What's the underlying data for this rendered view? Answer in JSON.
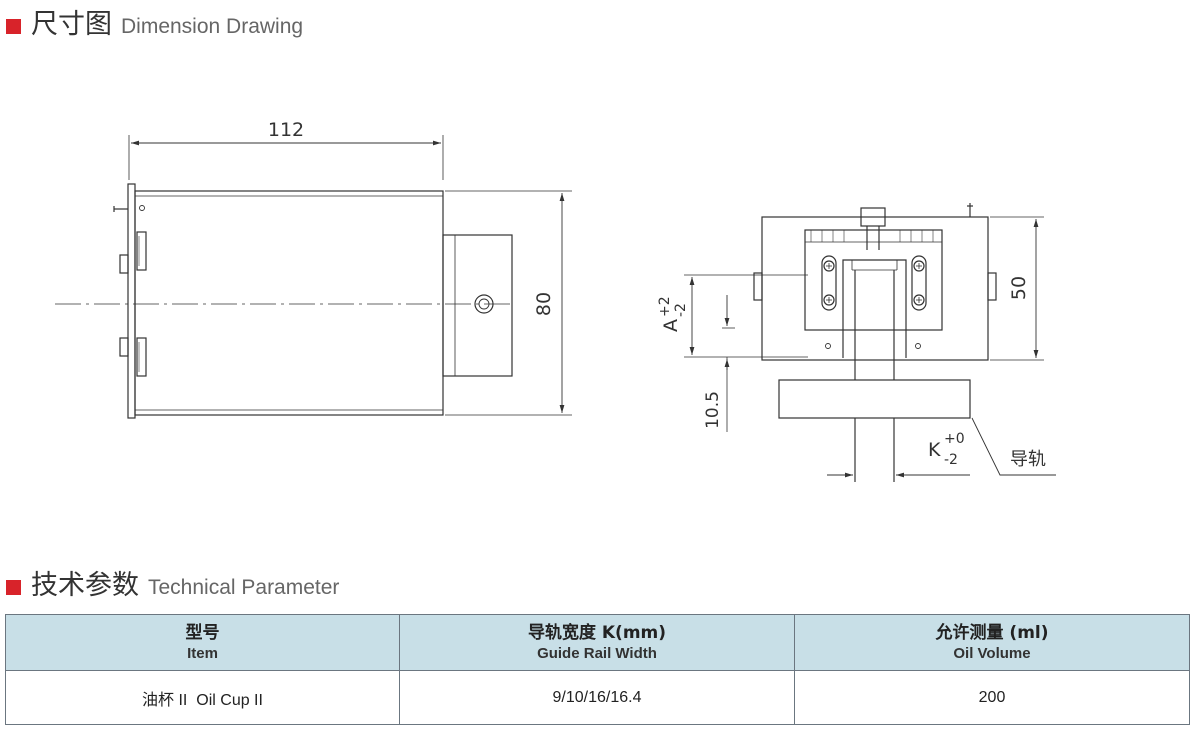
{
  "sections": {
    "drawing": {
      "title_cn": "尺寸图",
      "title_en": "Dimension Drawing"
    },
    "params": {
      "title_cn": "技术参数",
      "title_en": "Technical Parameter"
    }
  },
  "drawing": {
    "dim_width": "112",
    "dim_height": "80",
    "dim_a_base": "A",
    "dim_a_plus": "+2",
    "dim_a_minus": "-2",
    "dim_offset": "10.5",
    "dim_side": "50",
    "dim_k_base": "K",
    "dim_k_plus": "+0",
    "dim_k_minus": "-2",
    "rail_label": "导轨"
  },
  "table": {
    "headers": [
      {
        "cn": "型号",
        "en": "Item"
      },
      {
        "cn": "导轨宽度 K(mm)",
        "en": "Guide Rail Width"
      },
      {
        "cn": "允许测量 (ml)",
        "en": "Oil Volume"
      }
    ],
    "rows": [
      {
        "item": "油杯 II  Oil Cup II",
        "width": "9/10/16/16.4",
        "volume": "200"
      }
    ]
  },
  "colors": {
    "accent": "#d8232a",
    "header_bg": "#c8dfe7",
    "line": "#333333"
  }
}
